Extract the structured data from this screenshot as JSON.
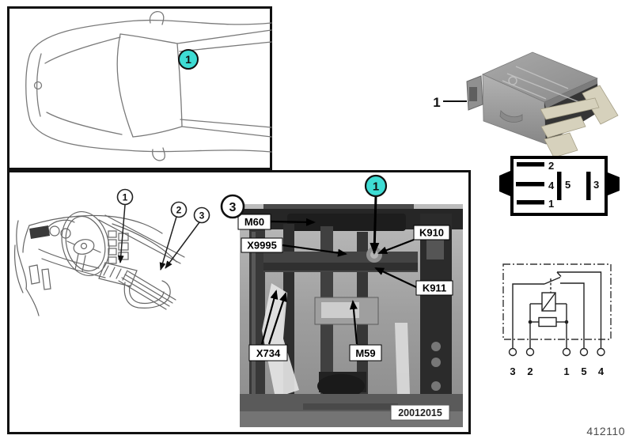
{
  "footer": {
    "doc_number": "412110"
  },
  "colors": {
    "callout_fill": "#3EDCD4",
    "ink": "#111111"
  },
  "top_view": {
    "relay_callout": "1"
  },
  "interior": {
    "dash_callouts": [
      "1",
      "2",
      "3"
    ],
    "photo_ref": "3",
    "relay_callout": "1",
    "labels": {
      "m60": "M60",
      "x9995": "X9995",
      "k910": "K910",
      "k911": "K911",
      "x734": "X734",
      "m59": "M59"
    },
    "photo_stamp": "20012015"
  },
  "relay": {
    "callout": "1"
  },
  "pin_view": {
    "pin_top": "2",
    "pin_mid": "4",
    "pin_bottom": "1",
    "pin_center": "5",
    "pin_right": "3"
  },
  "schematic": {
    "terminals": [
      "3",
      "2",
      "1",
      "5",
      "4"
    ]
  }
}
